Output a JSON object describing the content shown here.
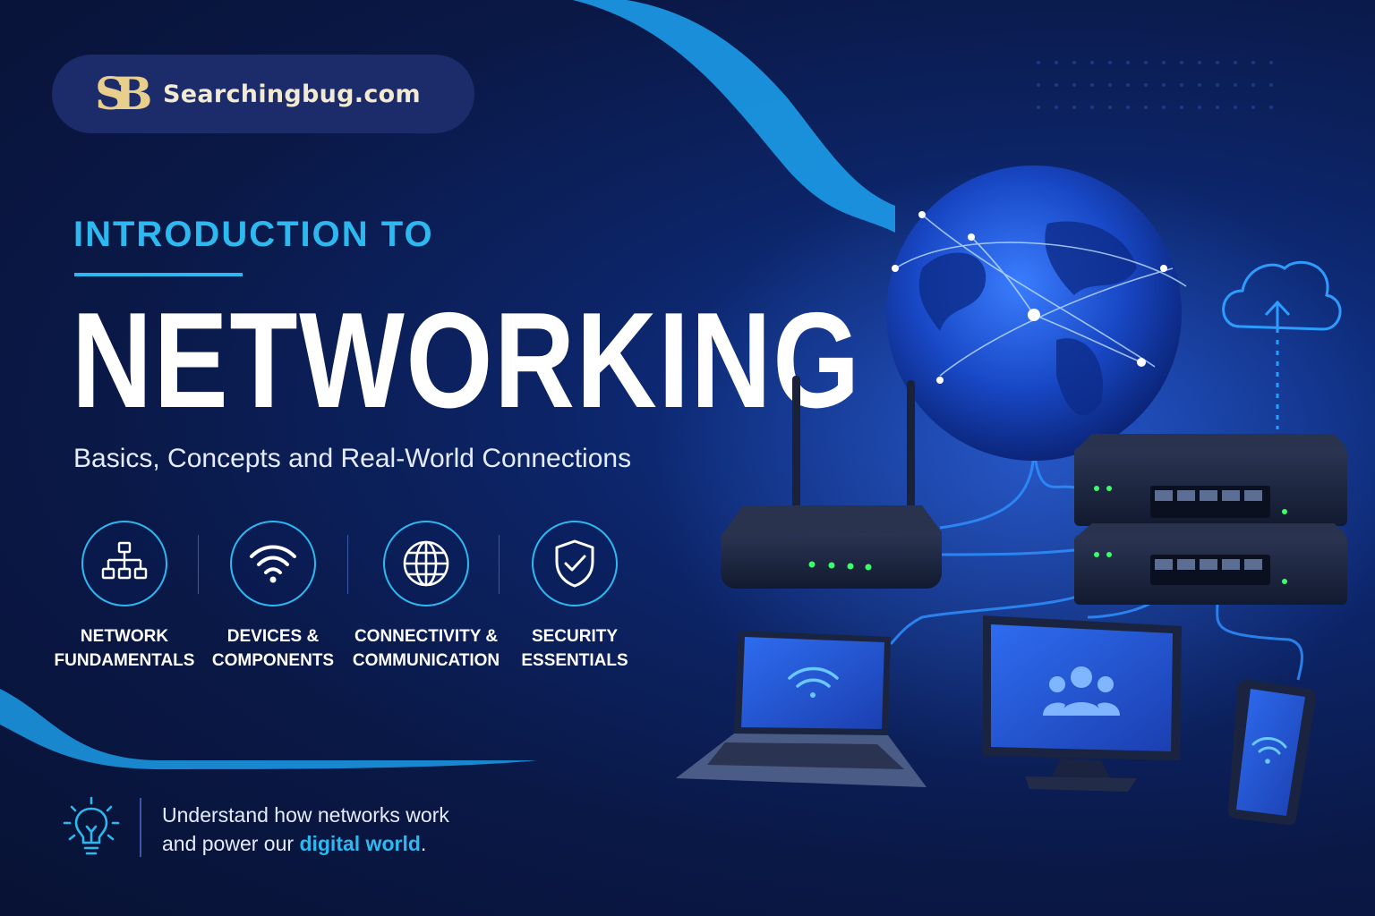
{
  "brand": {
    "logo_initials": "SB",
    "name": "Searchingbug.com"
  },
  "hero": {
    "kicker": "INTRODUCTION TO",
    "title": "NETWORKING",
    "subtitle": "Basics, Concepts and Real-World Connections"
  },
  "features": [
    {
      "icon": "hierarchy-icon",
      "label": "NETWORK\nFUNDAMENTALS"
    },
    {
      "icon": "wifi-icon",
      "label": "DEVICES &\nCOMPONENTS"
    },
    {
      "icon": "globe-icon",
      "label": "CONNECTIVITY &\nCOMMUNICATION"
    },
    {
      "icon": "shield-check-icon",
      "label": "SECURITY\nESSENTIALS"
    }
  ],
  "tip": {
    "icon": "lightbulb-icon",
    "line1": "Understand how networks work",
    "line2_prefix": "and power our ",
    "line2_highlight": "digital world",
    "line2_suffix": "."
  },
  "colors": {
    "accent": "#2db8f0",
    "background": "#0a1846",
    "gold": "#e9cf8c"
  }
}
